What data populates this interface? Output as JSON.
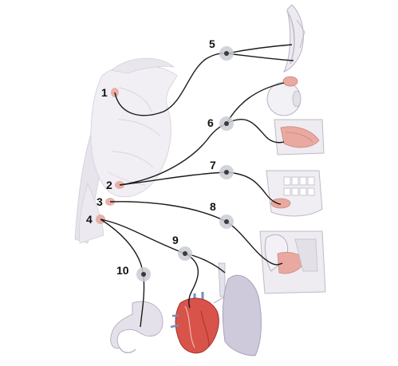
{
  "labels": {
    "n1": "1",
    "n2": "2",
    "n3": "3",
    "n4": "4",
    "n5": "5",
    "n6": "6",
    "n7": "7",
    "n8": "8",
    "n9": "9",
    "n10": "10"
  },
  "colors": {
    "brainstem": "#f1eff4",
    "brainstem_shade": "#dcd9e2",
    "nucleus": "#e7a8a0",
    "nerve": "#1a1a1a",
    "ganglion_halo": "#c9ccd4",
    "organ_pink": "#e9a8a0",
    "heart_red": "#d8534a",
    "vessel_blue": "#6f8fc8",
    "lung": "#cfc9dc"
  },
  "icons": {
    "brainstem": "brainstem-illustration",
    "eye_lens": "eye-lens-icon",
    "eyeball": "eyeball-icon",
    "nasal_gland": "nasal-lacrimal-gland-icon",
    "jaw_gland": "submandibular-gland-icon",
    "parotid": "parotid-ear-icon",
    "heart": "heart-icon",
    "lung": "lung-icon",
    "stomach": "stomach-icon"
  }
}
